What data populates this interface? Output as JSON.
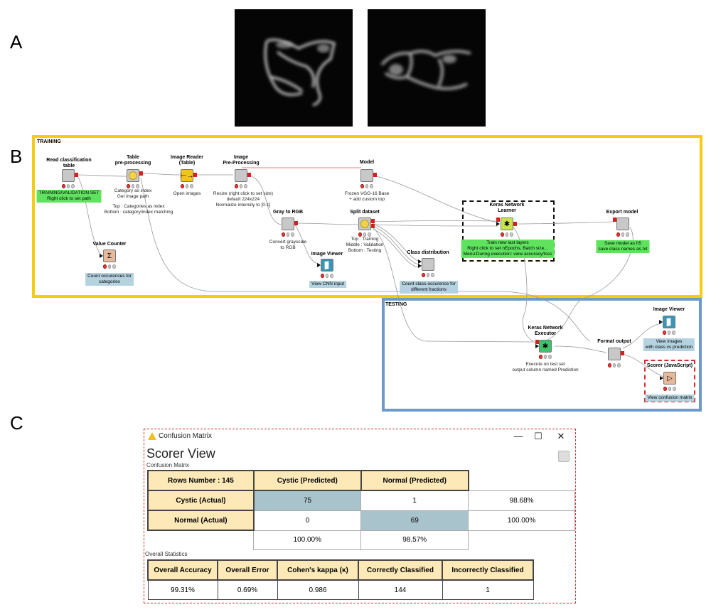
{
  "panels": {
    "a": "A",
    "b": "B",
    "c": "C"
  },
  "training": {
    "title": "TRAINING",
    "nodes": {
      "read_table": {
        "title": "Read classification\ntable",
        "label": "TRAINING/VALIDATION SET\nRight click to set path"
      },
      "table_pre": {
        "title": "Table\npre-processing",
        "desc": "Category as index\nGet image path",
        "desc2": "Top : Categories as index\nBottom : category/index matching"
      },
      "image_reader": {
        "title": "Image Reader\n(Table)",
        "desc": "Open images"
      },
      "image_pre": {
        "title": "Image\nPre-Processing",
        "desc": "Resize (right click to set size)\ndefault 224x224\nNormalize intensity to [0-1]"
      },
      "model": {
        "title": "Model",
        "desc": "Frozen VGG-16 Base\n+ add custom top"
      },
      "keras_learner": {
        "title": "Keras Network\nLearner",
        "label": "Train new last layers\nRight click to set nEpochs, Batch size...\nMenu:During execution: view accuracy/loss"
      },
      "export_model": {
        "title": "Export model",
        "label": "Save model as h5\nsave class names as txt"
      },
      "value_counter": {
        "title": "Value Counter",
        "label": "Count occurences for\ncategories"
      },
      "gray_rgb": {
        "title": "Gray to RGB",
        "desc": "Convert grayscale\nto RGB"
      },
      "split": {
        "title": "Split dataset",
        "desc": "Top : Training\nMiddle : Validation\nBottom : Testing"
      },
      "image_viewer": {
        "title": "Image Viewer",
        "label": "View CNN input"
      },
      "class_dist": {
        "title": "Class distribution",
        "label": "Count class-occurence for\ndifferent fractions"
      }
    }
  },
  "testing": {
    "title": "TESTING",
    "nodes": {
      "keras_executor": {
        "title": "Keras Network\nExecutor",
        "desc": "Execute on test set\noutput column named Prediction"
      },
      "format_output": {
        "title": "Format output"
      },
      "image_viewer2": {
        "title": "Image Viewer",
        "label": "View images\nwith class vs prediction"
      },
      "scorer": {
        "title": "Scorer (JavaScript)",
        "label": "View confusion matrix"
      }
    }
  },
  "window": {
    "title": "Confusion Matrix",
    "minimize": "—",
    "maximize": "☐",
    "close": "✕",
    "heading": "Scorer View",
    "matrix_label": "Confusion Matrix",
    "stats_label": "Overall Statistics",
    "matrix": {
      "corner": "Rows Number : 145",
      "col_headers": [
        "Cystic (Predicted)",
        "Normal (Predicted)"
      ],
      "rows": [
        {
          "label": "Cystic (Actual)",
          "values": [
            "75",
            "1"
          ],
          "pct": "98.68%"
        },
        {
          "label": "Normal (Actual)",
          "values": [
            "0",
            "69"
          ],
          "pct": "100.00%"
        }
      ],
      "col_pcts": [
        "100.00%",
        "98.57%"
      ]
    },
    "stats": {
      "headers": [
        "Overall Accuracy",
        "Overall Error",
        "Cohen's kappa (κ)",
        "Correctly Classified",
        "Incorrectly Classified"
      ],
      "values": [
        "99.31%",
        "0.69%",
        "0.986",
        "144",
        "1"
      ]
    }
  },
  "colors": {
    "training_border": "#f5cc12",
    "testing_border": "#6f99c9",
    "accent_red": "#d03030"
  }
}
